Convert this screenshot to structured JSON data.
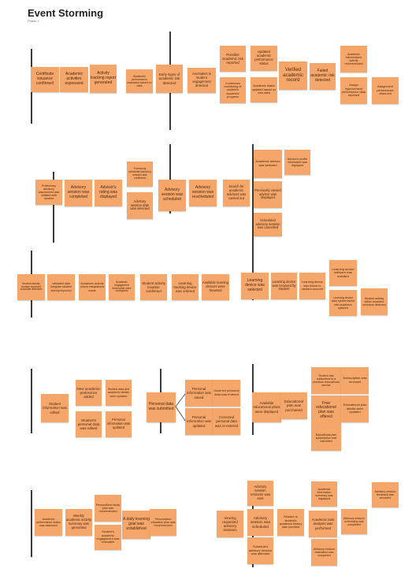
{
  "board": {
    "title": "Event Storming",
    "subtitle": "Phase 2",
    "note_color": "#f5a66a",
    "line_color": "#3a3a3a",
    "background": "#ffffff"
  },
  "rows": [
    {
      "notes": [
        "Certificate issuance confirmed",
        "Academic activities expressed",
        "Activity tracking report generated",
        "Academic performance evaluated based on data",
        "Early signs of academic risk detected",
        "Anomalies in student engagement detected",
        "Possible academic risk reported",
        "Updated academic performance status",
        "Continuous monitoring of student's academic progress",
        "Academic status updated based on new data",
        "Verified academic record",
        "Failed academic risk detected",
        "Academic interventions activity recommended",
        "Assign improvement performance data reported",
        "Assignment performance observed"
      ]
    },
    {
      "notes": [
        "Preliminary advisory assessment was initiated with student",
        "Advisory session was completed",
        "Advisor's rating was displayed",
        "Previously scheduled advisory session was confirmed",
        "Advisory session date was selected",
        "Advisory session was scheduled",
        "Advisory session was rescheduled",
        "Search for academic advisors was carried out",
        "Academic advisor was selected",
        "Advisor's profile information was displayed",
        "Previously viewed advisor was displayed",
        "Scheduled advisory session was cancelled"
      ]
    },
    {
      "notes": [
        "Student activity module imported schedule detected",
        "Validated data integrate student activity imported",
        "Academic activity check integrations made",
        "Academic engagement thresholds were configured",
        "Student activity location confirmed",
        "Learning tracking device was ordered",
        "Available learning devices were browsed",
        "Learning device was selected",
        "Learning device was received by student",
        "Learning device was linked to student account",
        "Learning device software was installed",
        "Learning device data synchronized with academic systems",
        "Student activity within expected schedule detected"
      ]
    },
    {
      "notes": [
        "Student information was edited",
        "New academic preference added",
        "Student's personal data was edited",
        "Student data and academic details were updated",
        "Personal information was updated",
        "Personal data was submitted",
        "Personal information was saved",
        "Incorrect personal data was entered",
        "Personal information was updated",
        "Corrected personal data was re-entered",
        "Available educational plans were displayed",
        "Educational plan was purchased",
        "Student has subscribed to a premium educational service",
        "Subscription was renewed",
        "Free educational plan was offered",
        "Educational plan details were updated",
        "Educational plan subscription was cancelled"
      ]
    },
    {
      "notes": [
        "Academic performance status was assessed",
        "Weekly academic activity summary was generated",
        "Personalized study plan was recommended",
        "Student's academic engagement was evaluated",
        "A daily learning goal was established",
        "Personalized education plan was recommended",
        "Viewing requested advisory sessions",
        "Advisory session reminder was sent",
        "Advisory session was scheduled",
        "Scheduled advisory session was attended",
        "Session to student's academic history was provided",
        "Academic information summary was displayed",
        "Academic task analysis was performed",
        "Advisory session evaluation was completed",
        "Advisory session scheduling was completed",
        "Advisory session feedback was recorded"
      ]
    }
  ]
}
